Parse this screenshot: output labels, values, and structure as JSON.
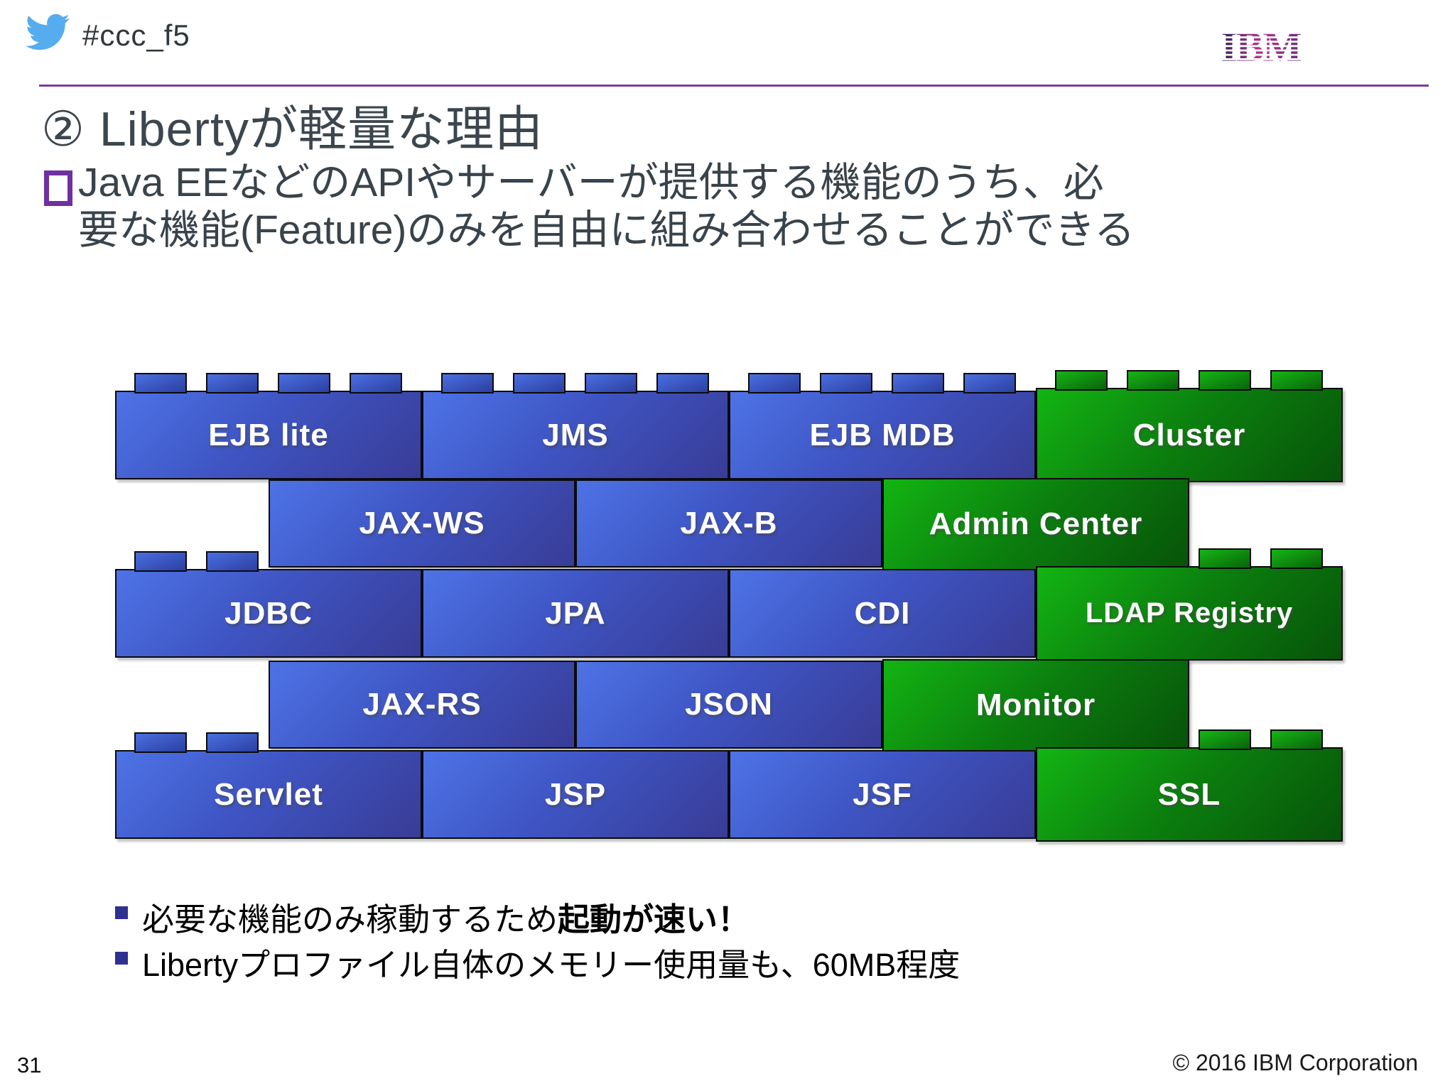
{
  "header": {
    "hashtag": "#ccc_f5",
    "icons": {
      "twitter": "twitter-bird-icon",
      "ibm": "ibm-8bar-logo"
    }
  },
  "title": "② Libertyが軽量な理由",
  "lead_bullet": {
    "line1": "Java EEなどのAPIやサーバーが提供する機能のうち、必",
    "line2": "要な機能(Feature)のみを自由に組み合わせることができる"
  },
  "diagram": {
    "description": "LEGO-style brick wall of Liberty features",
    "rows": [
      {
        "bricks": [
          {
            "label": "EJB lite",
            "color": "blue"
          },
          {
            "label": "JMS",
            "color": "blue"
          },
          {
            "label": "EJB MDB",
            "color": "blue"
          },
          {
            "label": "Cluster",
            "color": "green"
          }
        ]
      },
      {
        "bricks": [
          {
            "label": "JAX-WS",
            "color": "blue"
          },
          {
            "label": "JAX-B",
            "color": "blue"
          },
          {
            "label": "Admin Center",
            "color": "green"
          }
        ]
      },
      {
        "bricks": [
          {
            "label": "JDBC",
            "color": "blue"
          },
          {
            "label": "JPA",
            "color": "blue"
          },
          {
            "label": "CDI",
            "color": "blue"
          },
          {
            "label": "LDAP Registry",
            "color": "green"
          }
        ]
      },
      {
        "bricks": [
          {
            "label": "JAX-RS",
            "color": "blue"
          },
          {
            "label": "JSON",
            "color": "blue"
          },
          {
            "label": "Monitor",
            "color": "green"
          }
        ]
      },
      {
        "bricks": [
          {
            "label": "Servlet",
            "color": "blue"
          },
          {
            "label": "JSP",
            "color": "blue"
          },
          {
            "label": "JSF",
            "color": "blue"
          },
          {
            "label": "SSL",
            "color": "green"
          }
        ]
      }
    ],
    "colors": {
      "brick_blue_light": "#4d73e6",
      "brick_blue_dark": "#383c96",
      "brick_green_light": "#13b413",
      "brick_green_dark": "#075309"
    }
  },
  "notes": [
    {
      "pre": "必要な機能のみ稼動するため",
      "bold": "起動が速い！"
    },
    {
      "pre": "Libertyプロファイル自体のメモリー使用量も、60MB程度",
      "bold": ""
    }
  ],
  "footer": {
    "page_number": "31",
    "copyright": "© 2016 IBM Corporation"
  },
  "accent_colors": {
    "header_rule_purple": "#7d3f98",
    "bullet_purple": "#7030a0",
    "note_bullet_navy": "#2e3192",
    "twitter_blue": "#55acee",
    "title_gray": "#3c464e"
  }
}
